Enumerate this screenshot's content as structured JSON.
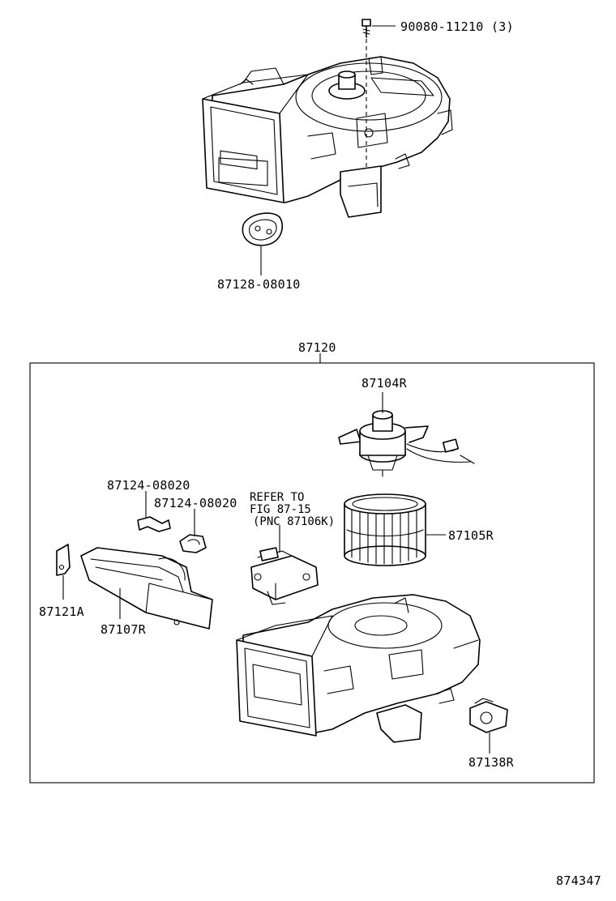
{
  "diagram": {
    "labels": {
      "screw": "90080-11210 (3)",
      "pad": "87128-08010",
      "assembly": "87120",
      "motor": "87104R",
      "fan": "87105R",
      "clamp_upper": "87124-08020",
      "clamp_lower": "87124-08020",
      "refer_line1": "REFER TO",
      "refer_line2": "FIG 87-15",
      "refer_line3": "(PNC 87106K)",
      "duct_bracket": "87121A",
      "duct": "87107R",
      "resistor": "87138R",
      "figure_number": "874347"
    }
  }
}
